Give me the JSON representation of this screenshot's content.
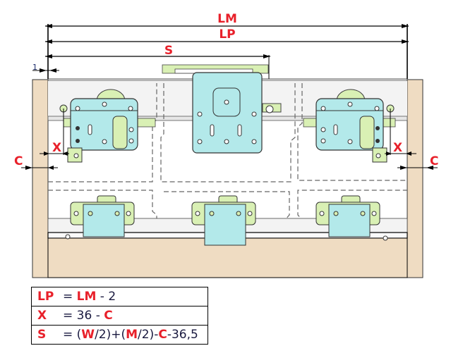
{
  "dimensions": {
    "lm_label": "LM",
    "lp_label": "LP",
    "s_label": "S",
    "x_label_left": "X",
    "x_label_right": "X",
    "c_label_left": "C",
    "c_label_right": "C",
    "gap_value": "1"
  },
  "formulas": [
    {
      "symbol": "LP",
      "eq": "=",
      "parts": [
        {
          "t": "LM",
          "red": true
        },
        {
          "t": " - 2",
          "red": false
        }
      ]
    },
    {
      "symbol": "X",
      "eq": "=",
      "parts": [
        {
          "t": "36 - ",
          "red": false
        },
        {
          "t": "C",
          "red": true
        }
      ]
    },
    {
      "symbol": "S",
      "eq": "=",
      "parts": [
        {
          "t": "(",
          "red": false
        },
        {
          "t": "W",
          "red": true
        },
        {
          "t": "/2)+(",
          "red": false
        },
        {
          "t": "M",
          "red": true
        },
        {
          "t": "/2)-",
          "red": false
        },
        {
          "t": "C",
          "red": true
        },
        {
          "t": "-36,5",
          "red": false
        }
      ]
    }
  ],
  "colors": {
    "label_red": "#e8202a",
    "wood": "#efdcc2",
    "plate_cyan": "#b3e9ea",
    "plate_green": "#d9f0b4",
    "rail_gray": "#ececec"
  }
}
